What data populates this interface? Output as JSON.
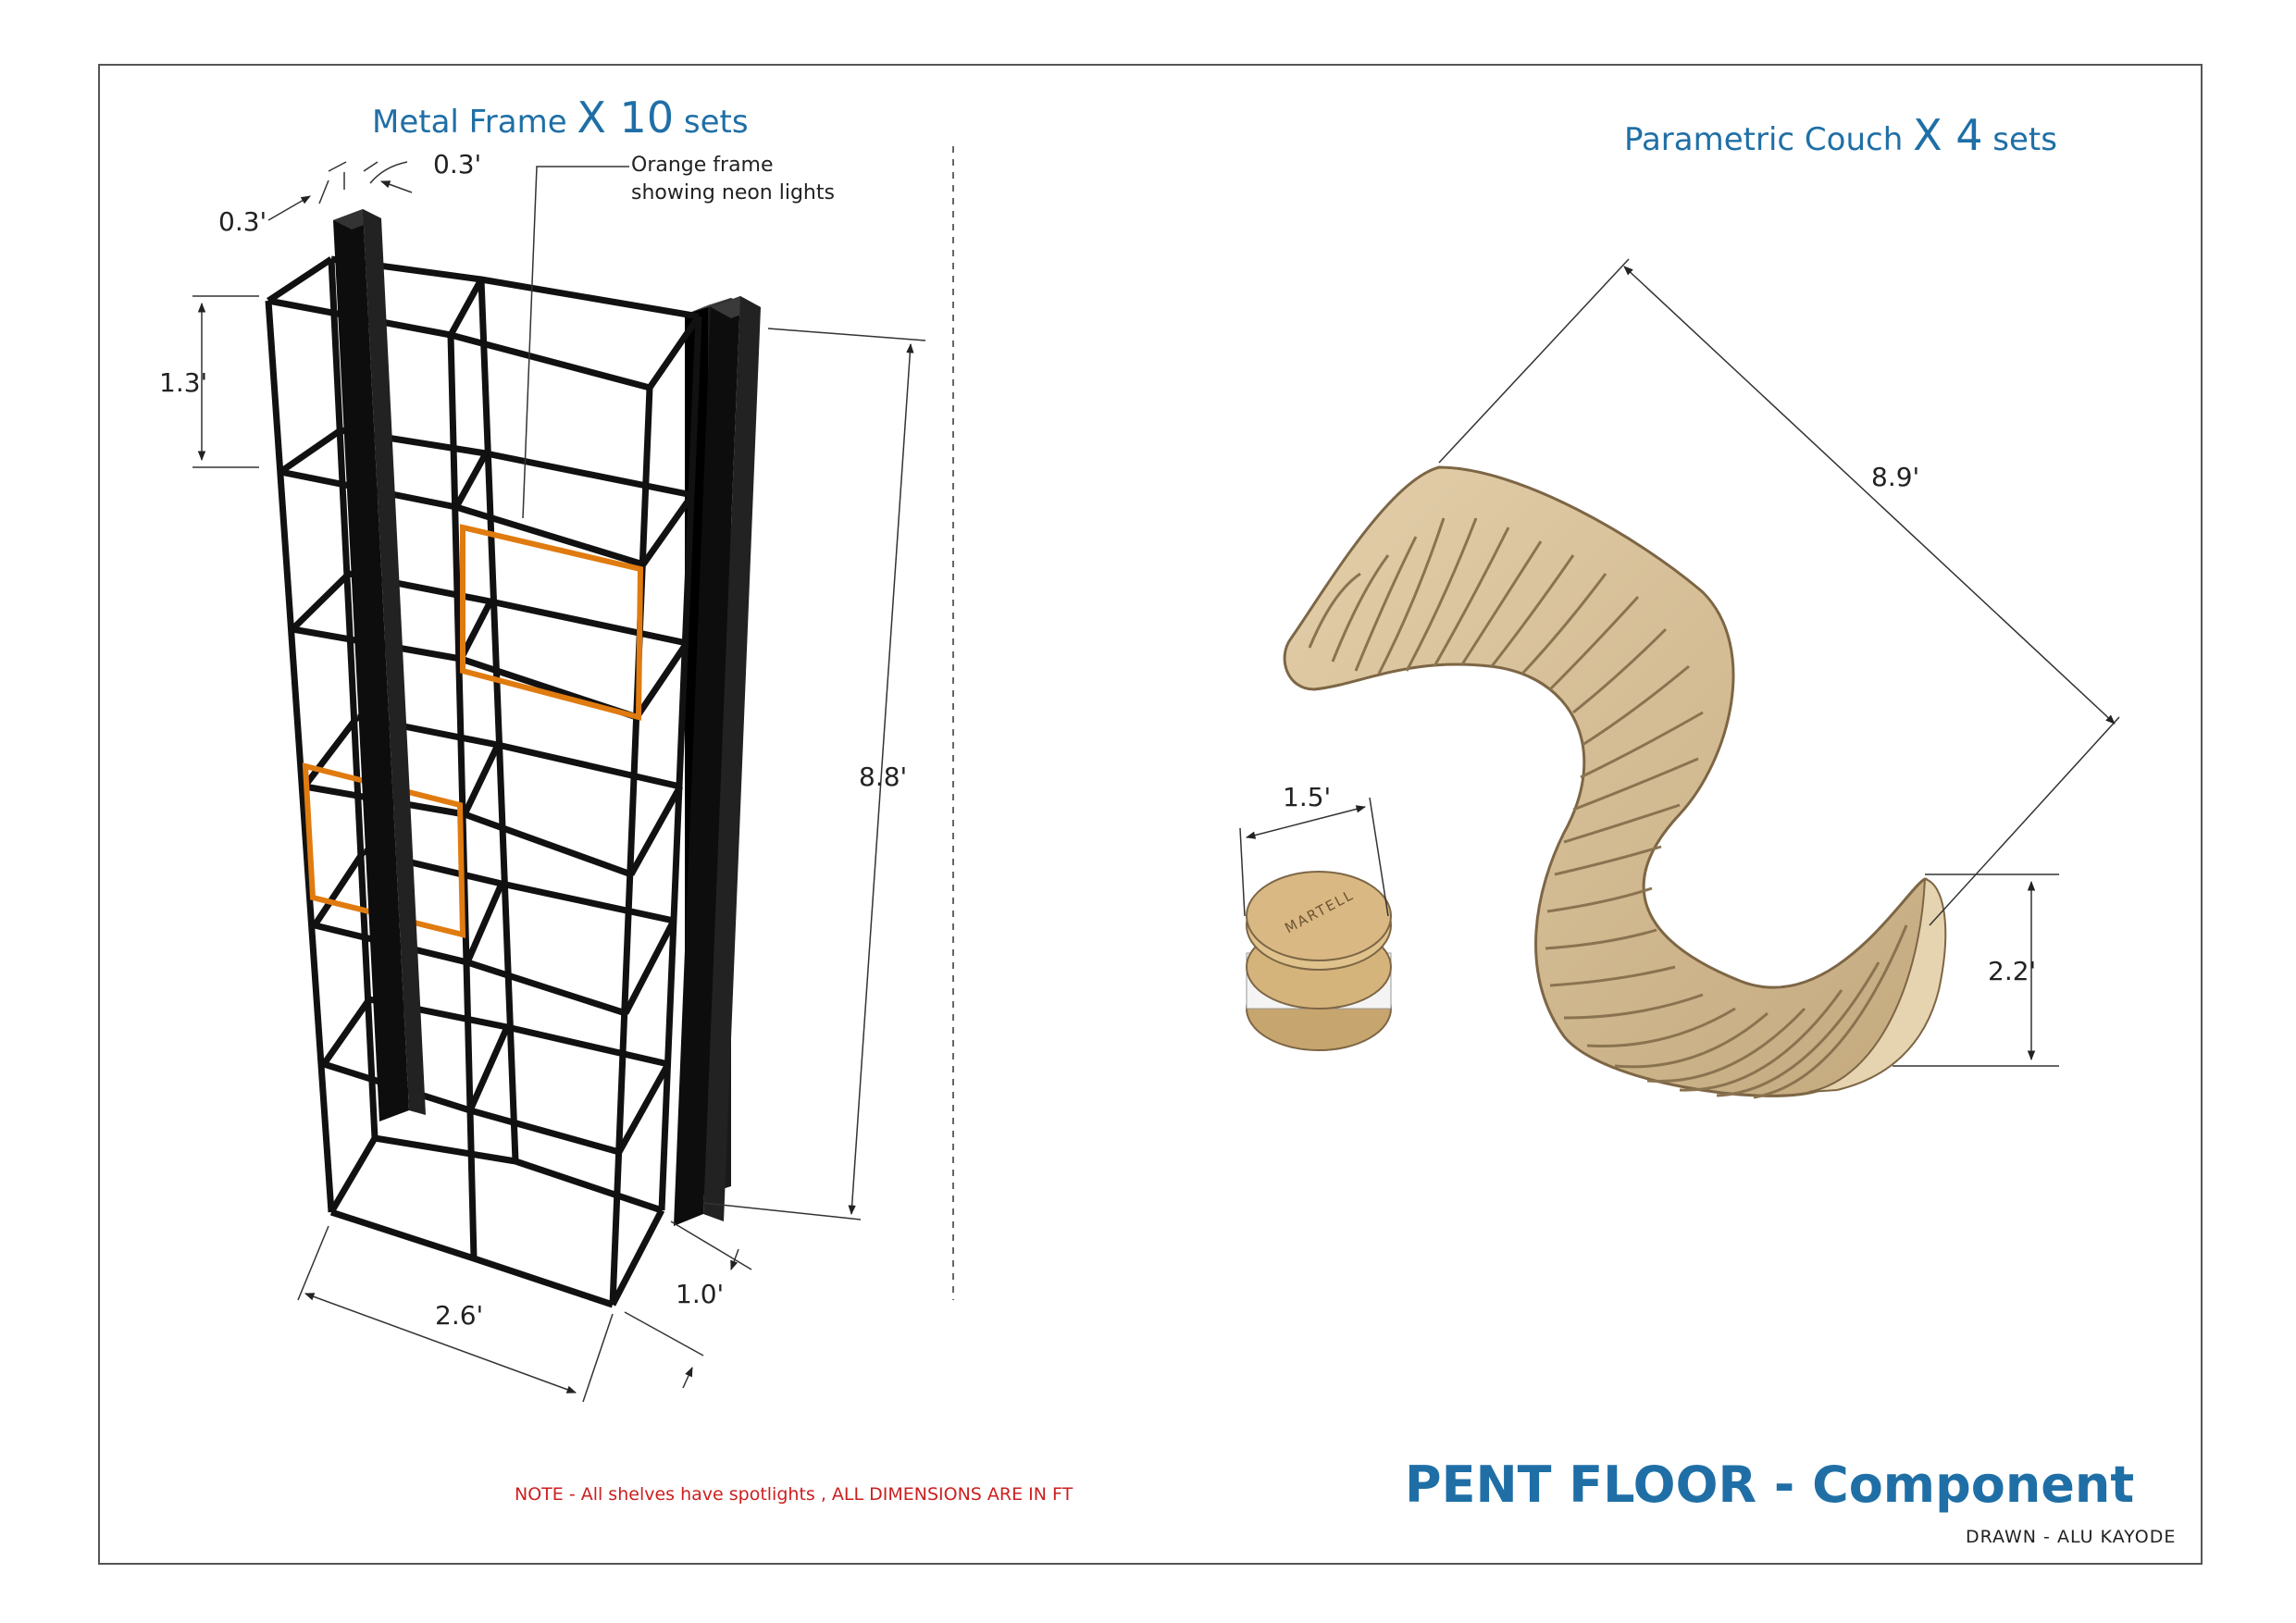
{
  "frame": {
    "title_main": "Metal Frame",
    "title_mult": "X 10",
    "title_suffix": "sets",
    "callout": [
      "Orange frame",
      "showing neon lights"
    ],
    "dims": {
      "post_depth": "0.3'",
      "post_width": "0.3'",
      "shelf_height": "1.3'",
      "total_height": "8.8'",
      "width": "2.6'",
      "depth": "1.0'"
    }
  },
  "couch": {
    "title_main": "Parametric Couch",
    "title_mult": "X 4",
    "title_suffix": "sets",
    "dims": {
      "length": "8.9'",
      "height": "2.2'",
      "stool_diameter": "1.5'"
    },
    "stool_logo": "MARTELL"
  },
  "note": "NOTE - All shelves have spotlights , ALL DIMENSIONS ARE IN FT",
  "sheet_title": "PENT FLOOR - Component",
  "drawn_by": "DRAWN - ALU KAYODE",
  "colors": {
    "title_blue": "#1f6fa6",
    "note_red": "#cc1f1f",
    "frame_black": "#111111",
    "neon_orange": "#e07b10",
    "wood": "#d6c09b",
    "wood_dark": "#8a7350"
  }
}
